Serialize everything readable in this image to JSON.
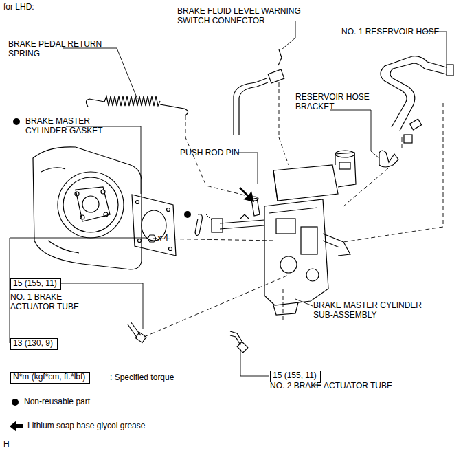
{
  "diagram": {
    "nodes": [
      {
        "text": [
          "15 (155, 11)"
        ]
      },
      {
        "text": [
          "13 (130, 9)"
        ]
      },
      {
        "text": [
          "15 (155, 11)"
        ]
      },
      {
        "text": [
          "N*m (kgf*cm, ft.*lbf)"
        ]
      }
    ],
    "labels": [
      "for LHD:",
      "BRAKE FLUID LEVEL WARNING SWITCH CONNECTOR",
      "NO. 1 RESERVOIR HOSE",
      "BRAKE PEDAL RETURN SPRING",
      "BRAKE MASTER CYLINDER GASKET",
      "RESERVOIR HOSE BRACKET",
      "PUSH ROD PIN",
      "x 4",
      "NO. 1 BRAKE ACTUATOR TUBE",
      "BRAKE MASTER CYLINDER SUB-ASSEMBLY",
      "NO. 2 BRAKE ACTUATOR TUBE",
      "H"
    ],
    "legend": [
      {
        "text": ": Specified torque"
      },
      {
        "text": "Non-reusable part"
      },
      {
        "text": "Lithium soap base glycol grease"
      }
    ]
  }
}
